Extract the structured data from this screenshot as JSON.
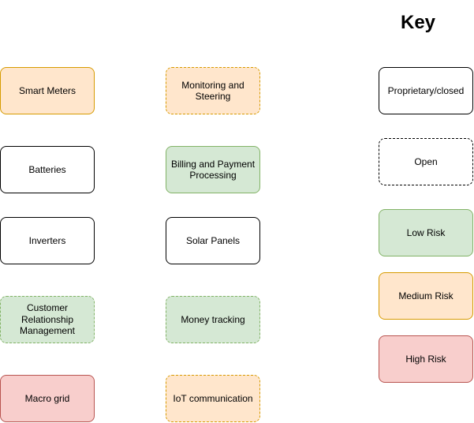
{
  "components": {
    "smart_meters": "Smart Meters",
    "batteries": "Batteries",
    "inverters": "Inverters",
    "crm": "Customer Relationship Management",
    "macro_grid": "Macro grid",
    "monitoring": "Monitoring and Steering",
    "billing": "Billing and Payment Processing",
    "solar_panels": "Solar Panels",
    "money_tracking": "Money tracking",
    "iot": "IoT communication"
  },
  "key": {
    "title": "Key",
    "closed": "Proprietary/closed",
    "open": "Open",
    "low": "Low Risk",
    "medium": "Medium Risk",
    "high": "High Risk"
  },
  "colors": {
    "low_fill": "#d5e8d4",
    "low_stroke": "#82b366",
    "medium_fill": "#ffe6cc",
    "medium_stroke": "#d79b00",
    "high_fill": "#f8cecc",
    "high_stroke": "#b85450",
    "neutral_fill": "#ffffff",
    "neutral_stroke": "#000000"
  }
}
